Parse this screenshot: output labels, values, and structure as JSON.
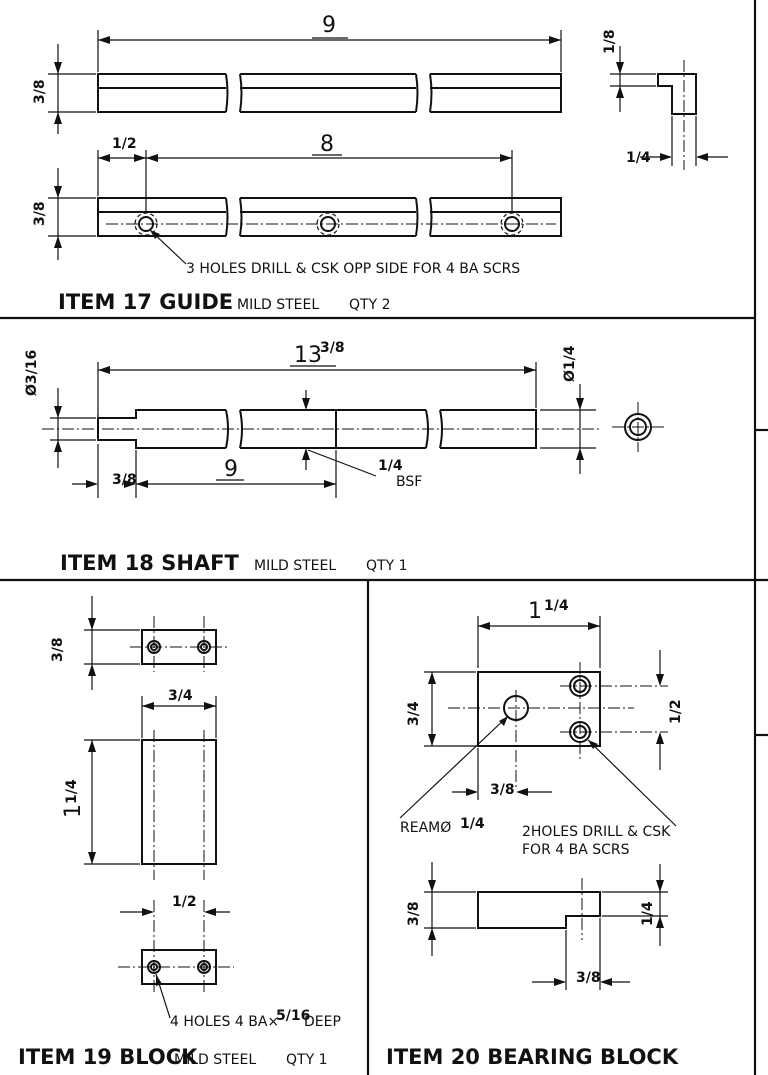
{
  "item17": {
    "title": "ITEM 17 GUIDE",
    "material": "MILD STEEL",
    "qty": "QTY 2",
    "dim_length": "9",
    "dim_height_top": "3/8",
    "dim_spacing": "8",
    "dim_offset": "1/2",
    "dim_height_bottom": "3/8",
    "dim_end_top": "1/8",
    "dim_end_side": "1/4",
    "note": "3 HOLES DRILL & CSK OPP SIDE FOR 4 BA SCRS"
  },
  "item18": {
    "title": "ITEM 18 SHAFT",
    "material": "MILD STEEL",
    "qty": "QTY 1",
    "dim_length_whole": "13",
    "dim_length_frac": "3/8",
    "dim_dia_left": "Ø3/16",
    "dim_dia_right": "Ø1/4",
    "dim_thread_len": "9",
    "dim_end": "3/8",
    "thread_size": "1/4",
    "thread_type": "BSF"
  },
  "item19": {
    "title": "ITEM 19 BLOCK",
    "material": "MILD STEEL",
    "qty": "QTY 1",
    "dim_thick": "3/8",
    "dim_width": "3/4",
    "dim_length_whole": "1",
    "dim_length_frac": "1/4",
    "dim_hole_spacing": "1/2",
    "note_prefix": "4 HOLES 4 BA×",
    "note_frac": "5/16",
    "note_suffix": "DEEP"
  },
  "item20": {
    "title": "ITEM 20 BEARING BLOCK",
    "dim_width_whole": "1",
    "dim_width_frac": "1/4",
    "dim_height": "3/4",
    "dim_hole_spacing": "1/2",
    "dim_ream_offset": "3/8",
    "ream_label": "REAMØ",
    "ream_frac": "1/4",
    "holes_note_1": "2HOLES DRILL & CSK",
    "holes_note_2": "FOR 4 BA SCRS",
    "dim_side_thick": "3/8",
    "dim_step": "1/4",
    "dim_step_len": "3/8"
  }
}
